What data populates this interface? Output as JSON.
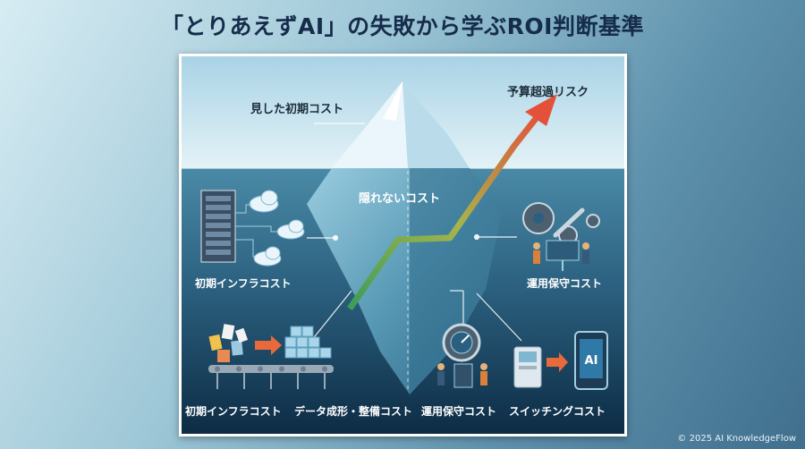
{
  "title": "「とりあえずAI」の失敗から学ぶROI判断基準",
  "diagram": {
    "visible_cost": "見した初期コスト",
    "budget_risk": "予算超過リスク",
    "hidden_cost": "隠れないコスト",
    "left_upper_label": "初期インフラコスト",
    "right_upper_label": "運用保守コスト",
    "bottom_labels": [
      "初期インフラコスト",
      "データ成形・整備コスト",
      "運用保守コスト",
      "スイッチングコスト"
    ],
    "ai_screen_text": "AI"
  },
  "colors": {
    "title": "#152c4a",
    "sky": "#cfe9f2",
    "water": "#3f7b98",
    "deep_water": "#10344f",
    "arrow_start": "#3b9e5a",
    "arrow_end": "#e5533a"
  },
  "footer": {
    "copyright": "© 2025 AI KnowledgeFlow"
  }
}
